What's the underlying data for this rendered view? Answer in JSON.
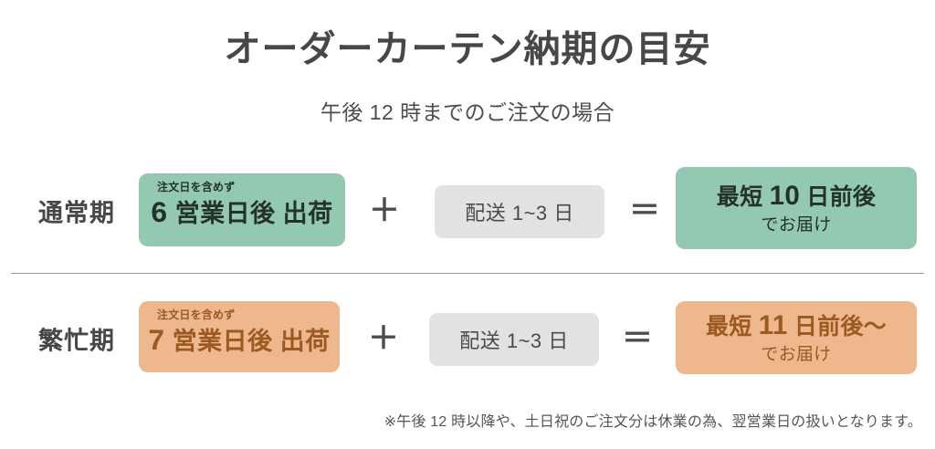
{
  "header": {
    "title": "オーダーカーテン納期の目安",
    "subtitle": "午後 12 時までのご注文の場合"
  },
  "operators": {
    "plus": "＋",
    "equal": "＝"
  },
  "colors": {
    "green_bg": "#93c9b0",
    "green_text": "#25322c",
    "orange_bg": "#eeb78e",
    "orange_text": "#9c5a23",
    "gray_bg": "#e2e2e2",
    "gray_text": "#4a4a4a",
    "label_text": "#474747",
    "divider": "#9b9b9b",
    "footnote_text": "#555555",
    "page_bg": "#ffffff"
  },
  "rows": [
    {
      "id": "normal",
      "label": "通常期",
      "ship": {
        "note": "注文日を含めず",
        "main": "6 営業日後 出荷",
        "bg": "#93c9b0",
        "fg": "#25322c"
      },
      "delivery": {
        "text": "配送 1~3 日",
        "bg": "#e2e2e2",
        "fg": "#4a4a4a"
      },
      "result": {
        "main": "最短 10 日前後",
        "sub": "でお届け",
        "bg": "#93c9b0",
        "fg": "#25322c"
      }
    },
    {
      "id": "busy",
      "label": "繁忙期",
      "ship": {
        "note": "注文日を含めず",
        "main": "7 営業日後 出荷",
        "bg": "#eeb78e",
        "fg": "#9c5a23"
      },
      "delivery": {
        "text": "配送 1~3 日",
        "bg": "#e2e2e2",
        "fg": "#4a4a4a"
      },
      "result": {
        "main": "最短 11 日前後〜",
        "sub": "でお届け",
        "bg": "#eeb78e",
        "fg": "#9c5a23"
      }
    }
  ],
  "footnote": "※午後 12 時以降や、土日祝のご注文分は休業の為、翌営業日の扱いとなります。"
}
